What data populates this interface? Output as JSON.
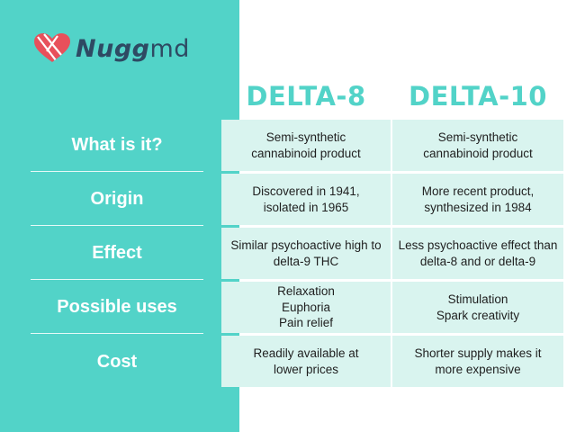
{
  "brand": {
    "logo_icon": "heart-icon",
    "name_part1": "Nugg",
    "name_part2": "md",
    "heart_color": "#e8505b",
    "text_color": "#2e4a63"
  },
  "colors": {
    "accent": "#52d3c8",
    "cell_background": "#d9f4ef"
  },
  "headers": {
    "delta8": "DELTA-8",
    "delta10": "DELTA-10"
  },
  "rows": [
    {
      "label": "What is it?",
      "delta8": "Semi-synthetic\ncannabinoid product",
      "delta10": "Semi-synthetic\ncannabinoid product"
    },
    {
      "label": "Origin",
      "delta8": "Discovered in 1941,\nisolated in 1965",
      "delta10": "More recent product,\nsynthesized in 1984"
    },
    {
      "label": "Effect",
      "delta8": "Similar psychoactive high to\ndelta-9 THC",
      "delta10": "Less psychoactive effect than\ndelta-8 and or delta-9"
    },
    {
      "label": "Possible uses",
      "delta8": "Relaxation\nEuphoria\nPain relief",
      "delta10": "Stimulation\nSpark creativity"
    },
    {
      "label": "Cost",
      "delta8": "Readily available at\nlower prices",
      "delta10": "Shorter supply makes it\nmore expensive"
    }
  ]
}
